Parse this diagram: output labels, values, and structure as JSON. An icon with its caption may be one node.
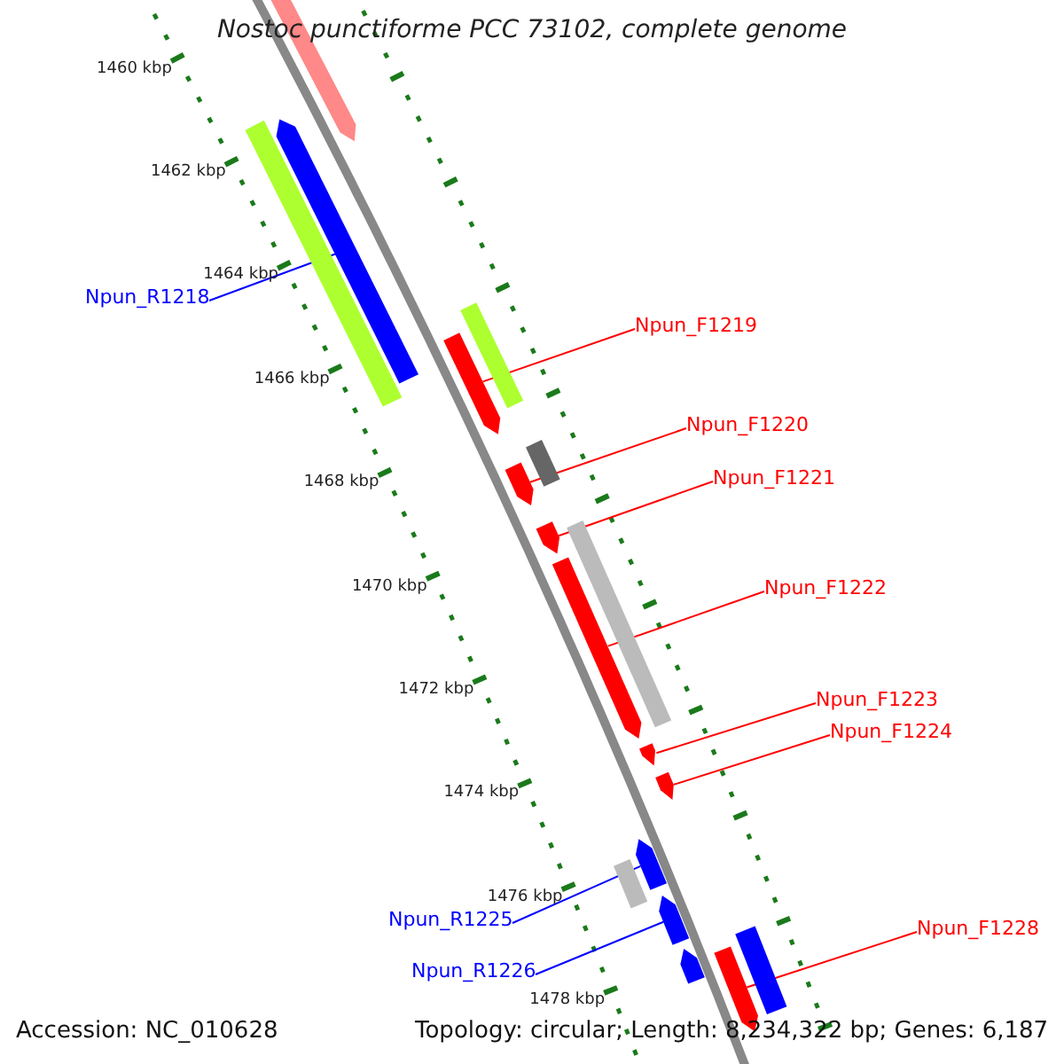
{
  "diagram": {
    "title": "Nostoc punctiforme PCC 73102, complete genome",
    "nodes": [
      {
        "text": [
          "Npun_R1218"
        ]
      },
      {
        "text": [],
        "shape": "bar"
      },
      {
        "text": [
          "Npun_F1219"
        ]
      },
      {
        "text": [],
        "shape": "bar"
      },
      {
        "text": [
          "Npun_F1220"
        ]
      },
      {
        "text": [],
        "shape": "bar"
      },
      {
        "text": [
          "Npun_F1221"
        ]
      },
      {
        "text": [],
        "shape": "bar"
      },
      {
        "text": [
          "Npun_F1222"
        ]
      },
      {
        "text": [],
        "shape": "bar"
      },
      {
        "text": [
          "Npun_F1223"
        ]
      },
      {
        "text": [],
        "shape": "bar"
      },
      {
        "text": [
          "Npun_F1224"
        ]
      },
      {
        "text": [],
        "shape": "bar"
      },
      {
        "text": [
          "Npun_R1225"
        ]
      },
      {
        "text": [],
        "shape": "bar"
      },
      {
        "text": [
          "Npun_R1226"
        ]
      },
      {
        "text": [],
        "shape": "bar"
      },
      {
        "text": [
          "Npun_F1228"
        ]
      },
      {
        "text": [],
        "shape": "bar"
      },
      {
        "text": [],
        "shape": "bar"
      },
      {
        "text": [],
        "shape": "bar"
      },
      {
        "text": [],
        "shape": "bar"
      },
      {
        "text": [],
        "shape": "bar"
      },
      {
        "text": [],
        "shape": "bar"
      },
      {
        "text": [],
        "shape": "bar"
      },
      {
        "text": [],
        "shape": "bar"
      },
      {
        "text": [],
        "shape": "bar"
      }
    ],
    "edges": [
      {
        "from": 0,
        "to": 1,
        "arrow": "none",
        "color": "#0000ff"
      },
      {
        "from": 2,
        "to": 3,
        "arrow": "none"
      },
      {
        "from": 4,
        "to": 5,
        "arrow": "none"
      },
      {
        "from": 6,
        "to": 7,
        "arrow": "none"
      },
      {
        "from": 8,
        "to": 9,
        "arrow": "none"
      },
      {
        "from": 10,
        "to": 11,
        "arrow": "none"
      },
      {
        "from": 12,
        "to": 13,
        "arrow": "none"
      },
      {
        "from": 14,
        "to": 15,
        "arrow": "none",
        "color": "#0000ff"
      },
      {
        "from": 16,
        "to": 17,
        "arrow": "none",
        "color": "#0000ff"
      },
      {
        "from": 18,
        "to": 19,
        "arrow": "none"
      }
    ],
    "labels": [
      "1460 kbp",
      "1462 kbp",
      "1464 kbp",
      "1466 kbp",
      "1468 kbp",
      "1470 kbp",
      "1472 kbp",
      "1474 kbp",
      "1476 kbp",
      "1478 kbp",
      "Accession: NC_010628",
      "Topology: circular; Length: 8,234,322 bp; Genes: 6,187"
    ]
  }
}
